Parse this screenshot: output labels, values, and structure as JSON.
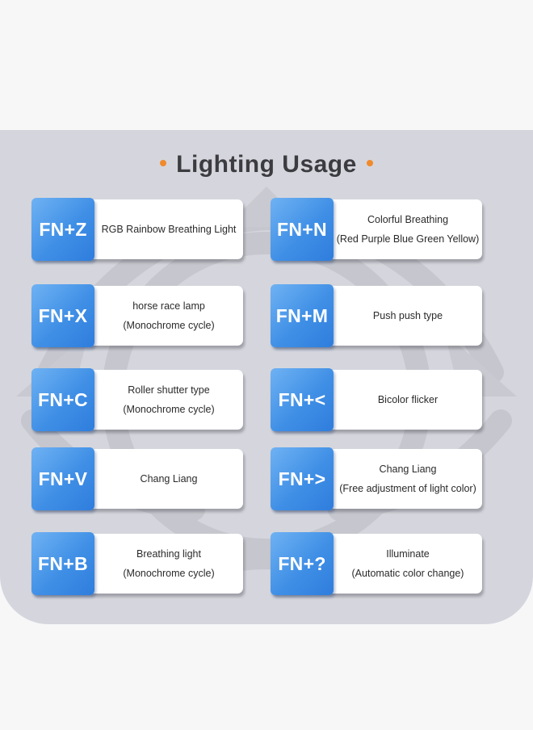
{
  "title": "Lighting Usage",
  "colors": {
    "accent_dot": "#f08a2c",
    "key_blue": "#3f8fe6",
    "panel_gray": "#d5d6dd"
  },
  "cards": [
    {
      "key": "FN+Z",
      "line1": "RGB Rainbow Breathing Light",
      "line2": ""
    },
    {
      "key": "FN+N",
      "line1": "Colorful Breathing",
      "line2": "(Red Purple Blue Green Yellow)"
    },
    {
      "key": "FN+X",
      "line1": "horse race lamp",
      "line2": "(Monochrome cycle)"
    },
    {
      "key": "FN+M",
      "line1": "Push push type",
      "line2": ""
    },
    {
      "key": "FN+C",
      "line1": "Roller shutter type",
      "line2": "(Monochrome cycle)"
    },
    {
      "key": "FN+<",
      "line1": "Bicolor flicker",
      "line2": ""
    },
    {
      "key": "FN+V",
      "line1": "Chang Liang",
      "line2": ""
    },
    {
      "key": "FN+>",
      "line1": "Chang Liang",
      "line2": "(Free adjustment of light color)"
    },
    {
      "key": "FN+B",
      "line1": "Breathing light",
      "line2": "(Monochrome cycle)"
    },
    {
      "key": "FN+?",
      "line1": "Illuminate",
      "line2": "(Automatic color change)"
    }
  ]
}
